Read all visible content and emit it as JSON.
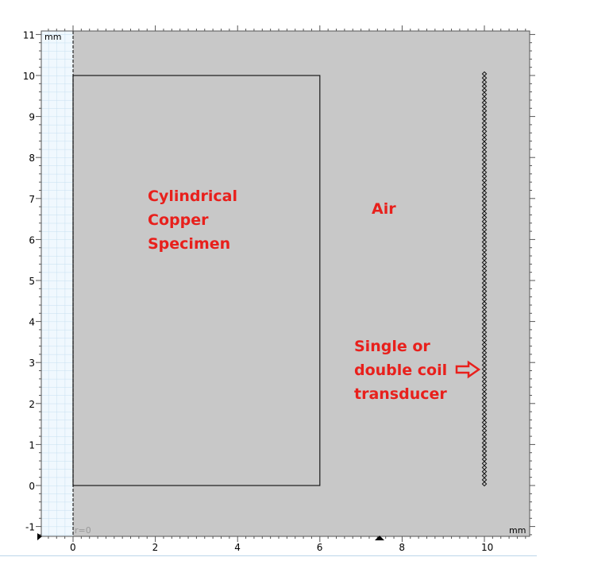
{
  "units": {
    "top_left": "mm",
    "bottom_right": "mm"
  },
  "axis_label_r0": "r=0",
  "x_ticks": [
    "0",
    "2",
    "4",
    "6",
    "8",
    "10"
  ],
  "y_ticks": [
    "-1",
    "0",
    "1",
    "2",
    "3",
    "4",
    "5",
    "6",
    "7",
    "8",
    "9",
    "10",
    "11"
  ],
  "annotations": {
    "specimen": [
      "Cylindrical",
      "Copper",
      "Specimen"
    ],
    "air": "Air",
    "transducer": [
      "Single or",
      "double coil",
      "transducer"
    ]
  },
  "geometry": {
    "specimen_rect_mm": {
      "r_min": 0,
      "r_max": 6,
      "z_min": 0,
      "z_max": 10
    },
    "coil_r_mm": 10,
    "coil_z_range_mm": [
      0,
      10
    ]
  },
  "colors": {
    "domain": "#c8c8c8",
    "annotation": "#e8201c",
    "grid_bg": "#f0f8fe",
    "grid_line": "#c6dff0"
  }
}
